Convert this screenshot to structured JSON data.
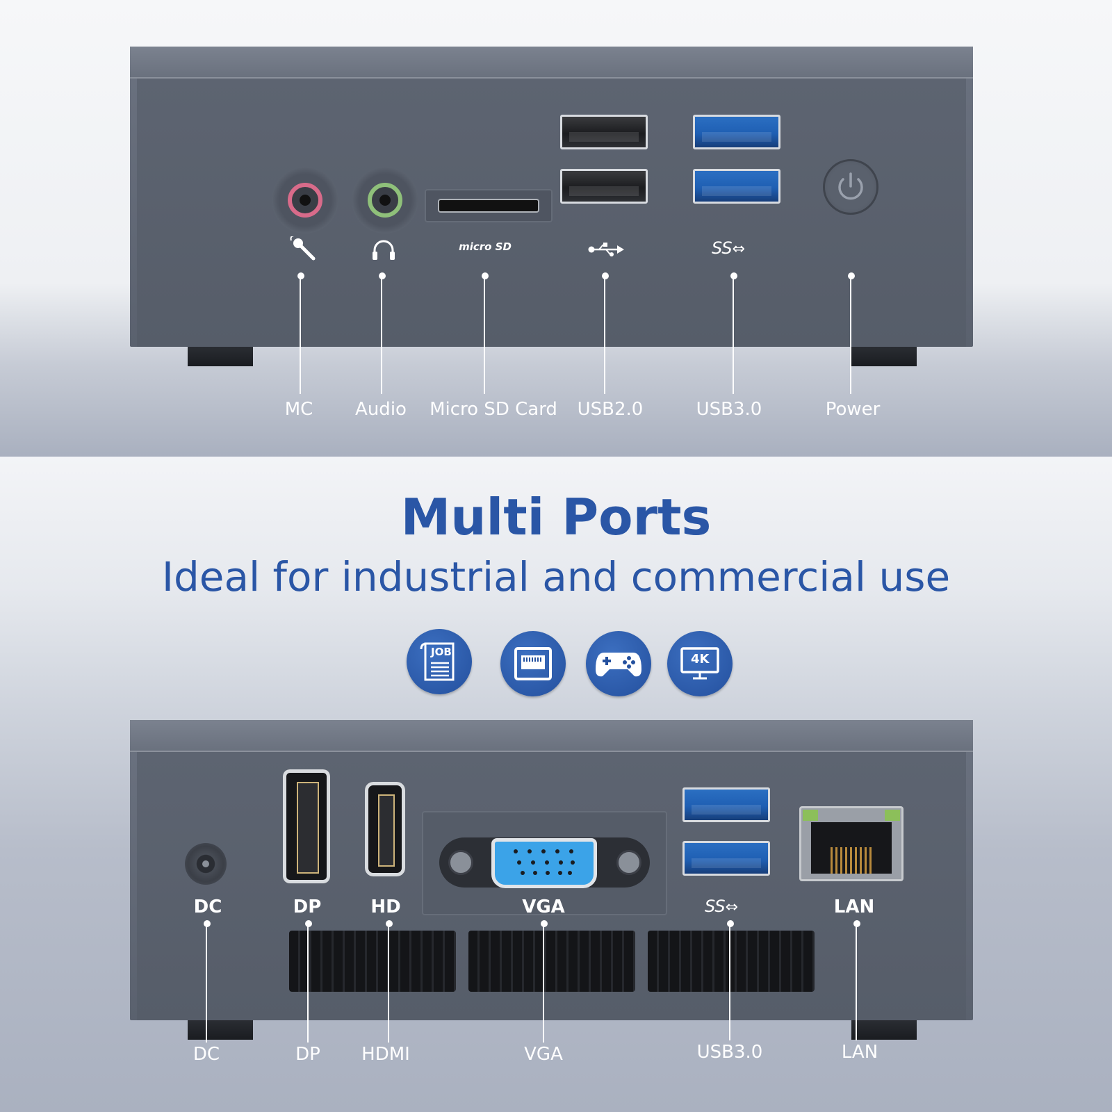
{
  "title": "Multi Ports",
  "subtitle": "Ideal for industrial and commercial use",
  "front_ports": [
    {
      "key": "mc",
      "label": "MC"
    },
    {
      "key": "audio",
      "label": "Audio"
    },
    {
      "key": "microsd",
      "label": "Micro SD Card",
      "icon_text": "micro SD"
    },
    {
      "key": "usb2",
      "label": "USB2.0"
    },
    {
      "key": "usb3",
      "label": "USB3.0",
      "icon_text": "SS"
    },
    {
      "key": "power",
      "label": "Power"
    }
  ],
  "feature_icons": [
    {
      "name": "job-document-icon",
      "text": "JOB"
    },
    {
      "name": "ethernet-port-icon",
      "text": ""
    },
    {
      "name": "gamepad-icon",
      "text": ""
    },
    {
      "name": "4k-monitor-icon",
      "text": "4K"
    }
  ],
  "rear_ports": [
    {
      "key": "dc",
      "icon_text": "DC",
      "label": "DC"
    },
    {
      "key": "dp",
      "icon_text": "DP",
      "label": "DP"
    },
    {
      "key": "hdmi",
      "icon_text": "HD",
      "label": "HDMI"
    },
    {
      "key": "vga",
      "icon_text": "VGA",
      "label": "VGA"
    },
    {
      "key": "usb3",
      "icon_text": "SS",
      "label": "USB3.0"
    },
    {
      "key": "lan",
      "icon_text": "LAN",
      "label": "LAN"
    }
  ],
  "colors": {
    "title_blue": "#2a56a6",
    "device_gray": "#5a616e",
    "usb3_blue": "#1f5fb3",
    "vga_blue": "#3ba3e8",
    "mic_pink": "#d86b8a",
    "audio_green": "#8fc07a"
  }
}
